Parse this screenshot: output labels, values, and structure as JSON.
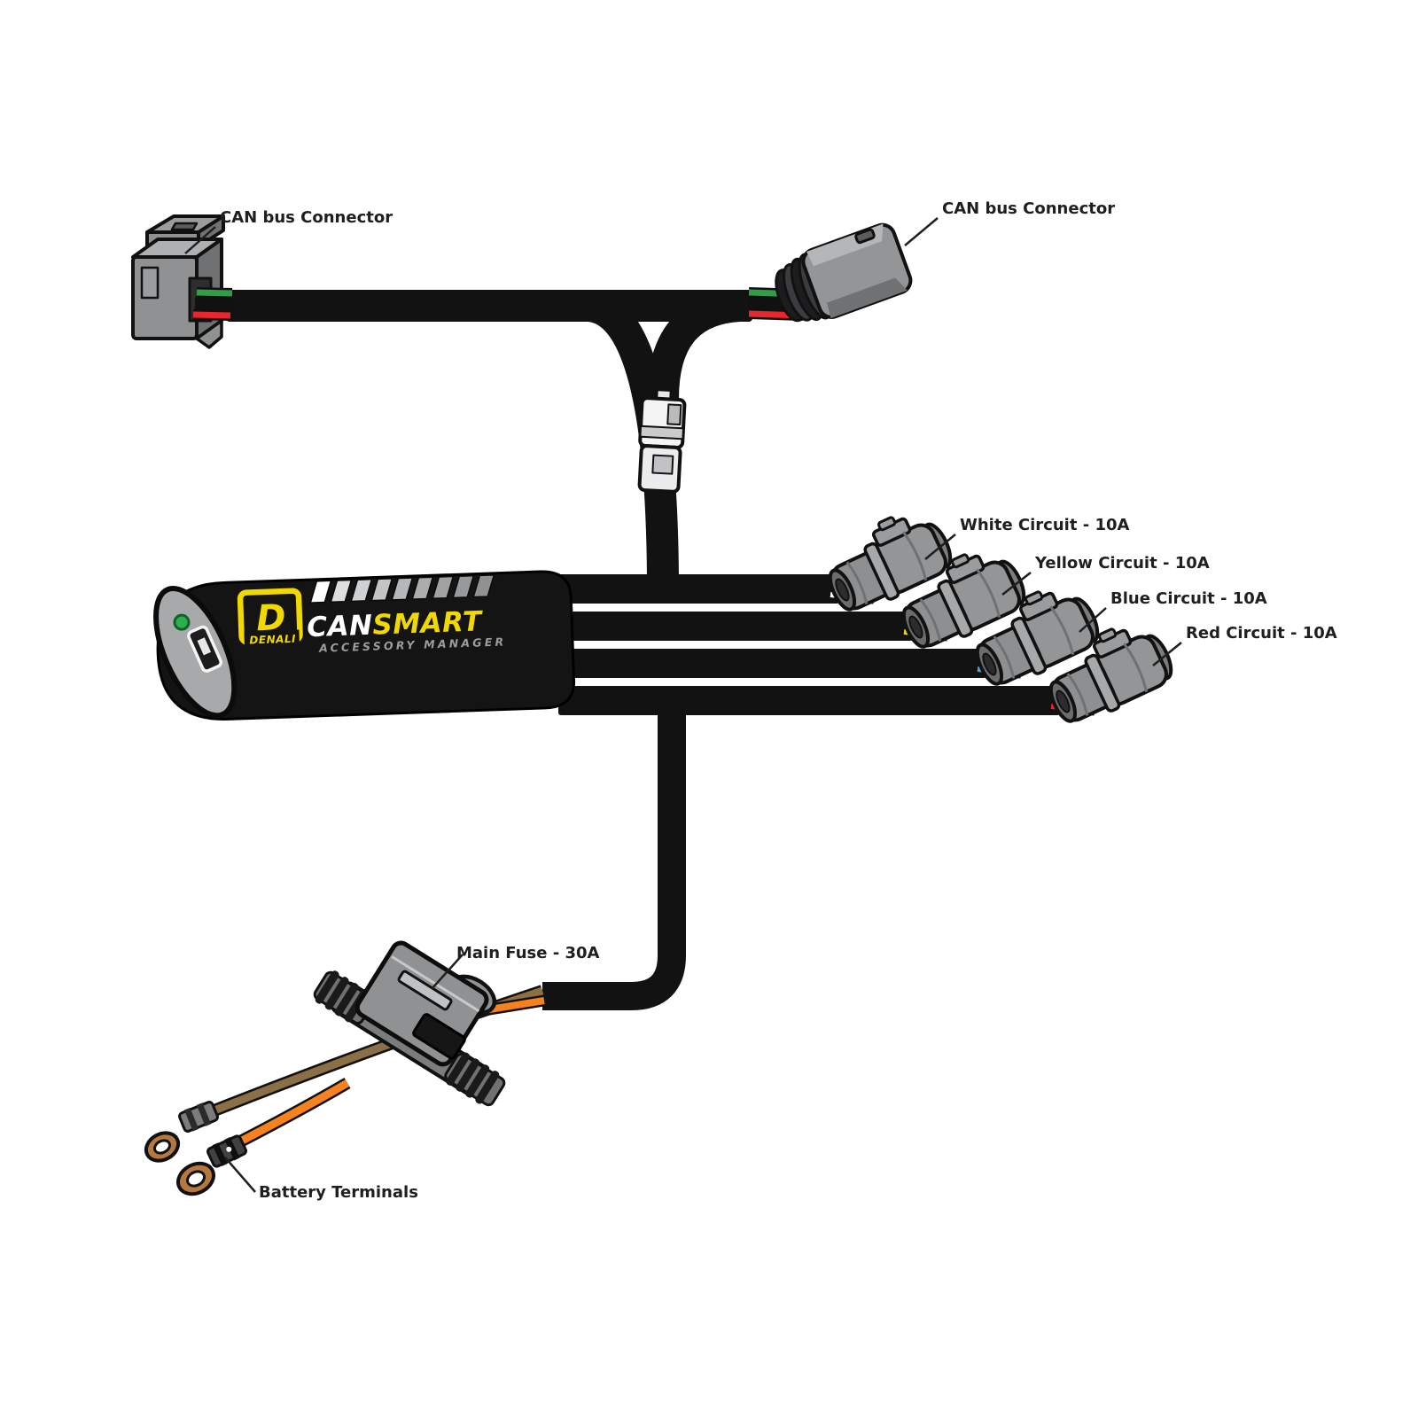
{
  "diagram": {
    "connectors": {
      "can_bus_left": {
        "label": "CAN bus Connector"
      },
      "can_bus_right": {
        "label": "CAN bus Connector"
      },
      "white_circuit": {
        "label": "White Circuit - 10A",
        "wire_color": "#ffffff"
      },
      "yellow_circuit": {
        "label": "Yellow Circuit - 10A",
        "wire_color": "#e8d41c"
      },
      "blue_circuit": {
        "label": "Blue Circuit - 10A",
        "wire_color": "#45a8dc"
      },
      "red_circuit": {
        "label": "Red Circuit - 10A",
        "wire_color": "#e8262c"
      },
      "main_fuse": {
        "label": "Main Fuse - 30A"
      },
      "battery_terminals": {
        "label": "Battery Terminals"
      }
    },
    "device": {
      "brand": "DENALI",
      "logo_letter": "D",
      "name_part_1": "CAN",
      "name_part_2": "SMART",
      "subtitle": "ACCESSORY MANAGER"
    },
    "colors": {
      "background": "#ffffff",
      "cable_black": "#121212",
      "wire_green": "#2f9e46",
      "wire_red": "#e8262c",
      "wire_white": "#ffffff",
      "wire_yellow": "#e8d41c",
      "wire_blue": "#45a8dc",
      "wire_orange": "#f5821f",
      "wire_brown": "#8b6f46",
      "connector_grey": "#939597",
      "connector_grey_dark": "#6f7173",
      "connector_grey_light": "#b4b6b8",
      "fuse_grey": "#8f9193",
      "denali_yellow": "#f0d800",
      "led_green": "#2fae4e",
      "terminal_copper": "#b5793f",
      "label_text": "#1f1f1f"
    }
  }
}
